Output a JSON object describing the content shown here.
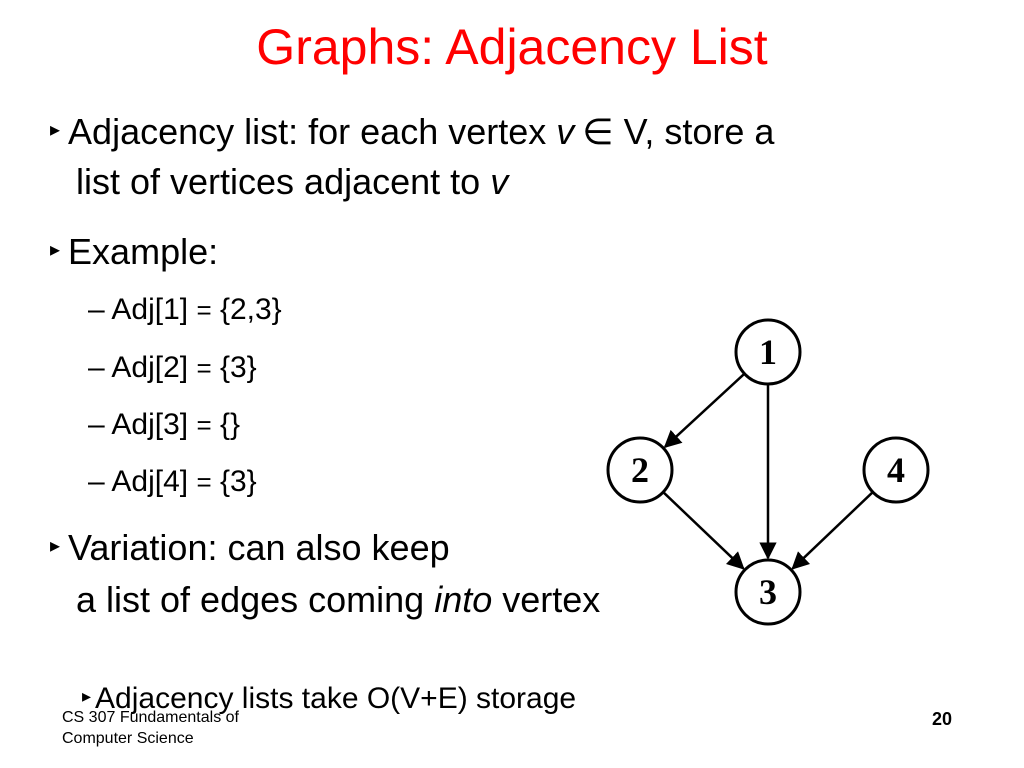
{
  "slide": {
    "title": "Graphs: Adjacency List",
    "bullets": {
      "b1": {
        "icon": "triangle-bullet-icon",
        "part1": "Adjacency list: for each vertex ",
        "var_v": "v",
        "elem_symbol": "∈",
        "part2": " V, store a",
        "line2_text": "list of vertices adjacent to ",
        "line2_var": "v"
      },
      "b2": {
        "icon": "triangle-bullet-icon",
        "text": "Example:"
      },
      "adj": [
        {
          "dash": "–",
          "left": "Adj[1] ",
          "eq": "=",
          "right": " {2,3}"
        },
        {
          "dash": "–",
          "left": "Adj[2] ",
          "eq": "=",
          "right": " {3}"
        },
        {
          "dash": "–",
          "left": "Adj[3] ",
          "eq": "=",
          "right": " {}"
        },
        {
          "dash": "–",
          "left": "Adj[4] ",
          "eq": "=",
          "right": " {3}"
        }
      ],
      "b3": {
        "icon": "triangle-bullet-icon",
        "line1": "Variation: can also keep",
        "line2_a": "a list of edges coming ",
        "line2_italic": "into",
        "line2_b": " vertex"
      },
      "b4": {
        "icon": "triangle-bullet-icon",
        "text": "Adjacency lists take O(V+E) storage"
      }
    },
    "graph": {
      "nodes": [
        {
          "id": "1",
          "label": "1"
        },
        {
          "id": "2",
          "label": "2"
        },
        {
          "id": "3",
          "label": "3"
        },
        {
          "id": "4",
          "label": "4"
        }
      ],
      "edges": [
        {
          "from": "1",
          "to": "2"
        },
        {
          "from": "1",
          "to": "3"
        },
        {
          "from": "2",
          "to": "3"
        },
        {
          "from": "4",
          "to": "3"
        }
      ]
    },
    "footer": {
      "course_line1": "CS 307 Fundamentals of",
      "course_line2": "Computer Science",
      "page_number": "20"
    },
    "colors": {
      "title": "#ff0000",
      "text": "#000000",
      "background": "#ffffff"
    }
  }
}
